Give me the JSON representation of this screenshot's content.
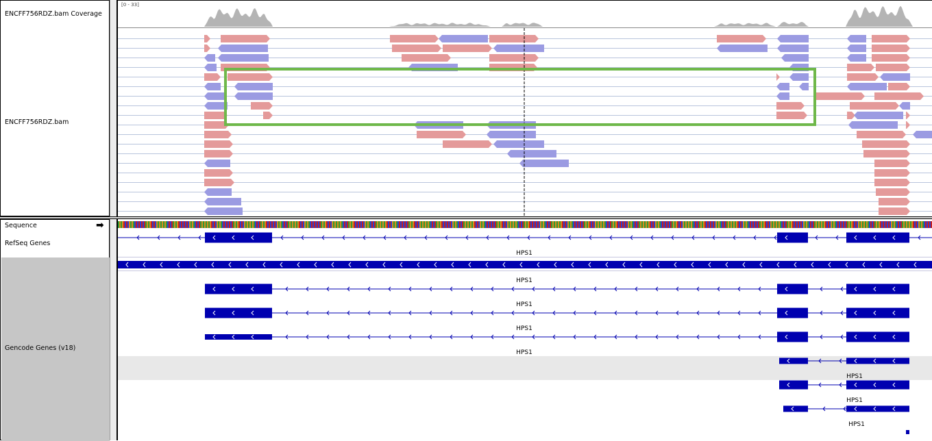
{
  "tracks": {
    "coverage_label": "ENCFF756RDZ.bam Coverage",
    "coverage_range": "[0 - 33]",
    "alignment_label": "ENCFF756RDZ.bam",
    "sequence_label": "Sequence",
    "refseq_label": "RefSeq Genes",
    "gencode_label": "Gencode Genes (v18)"
  },
  "genes": {
    "refseq_name": "HPS1",
    "gencode_names": [
      "HPS1",
      "HPS1",
      "HPS1",
      "HPS1",
      "HPS1",
      "HPS1",
      "HPS1"
    ]
  },
  "colors": {
    "forward_read": "#e49a9a",
    "reverse_read": "#9b9be2",
    "gene": "#0000b0",
    "coverage": "#b4b4b4",
    "selection": "#6fb84a"
  }
}
